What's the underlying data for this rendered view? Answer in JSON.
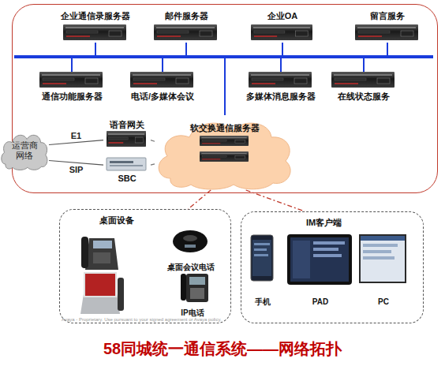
{
  "diagram": {
    "title": "58同城统一通信系统——网络拓扑",
    "nodes": [
      {
        "text": []
      },
      {
        "text": [
          "企业通信录服务器"
        ],
        "in": 0
      },
      {
        "text": [
          "邮件服务器"
        ],
        "in": 0
      },
      {
        "text": [
          "企业OA"
        ],
        "in": 0
      },
      {
        "text": [
          "留言服务"
        ],
        "in": 0
      },
      {
        "text": [
          "通信功能服务器"
        ],
        "in": 0
      },
      {
        "text": [
          "电话/多媒体会议"
        ],
        "in": 0
      },
      {
        "text": [
          "多媒体消息服务器"
        ],
        "in": 0
      },
      {
        "text": [
          "在线状态服务"
        ],
        "in": 0
      },
      {
        "text": [
          "语音网关"
        ],
        "in": 0
      },
      {
        "text": [
          "SBC"
        ],
        "in": 0
      },
      {
        "text": [
          "软交换通信服务器"
        ],
        "in": 0
      },
      {
        "text": [
          "运营商网络"
        ]
      },
      {
        "text": [
          "桌面设备"
        ]
      },
      {
        "text": [
          "IM客户端"
        ]
      },
      {
        "text": [
          "桌面会议电话"
        ],
        "in": 13
      },
      {
        "text": [
          "IP电话"
        ],
        "in": 13
      },
      {
        "text": [
          "手机"
        ],
        "in": 14
      },
      {
        "text": [
          "PAD"
        ],
        "in": 14
      },
      {
        "text": [
          "PC"
        ],
        "in": 14
      }
    ],
    "edges": [
      {
        "from": 1,
        "to": 11,
        "arrow": "none"
      },
      {
        "from": 2,
        "to": 11,
        "arrow": "none"
      },
      {
        "from": 3,
        "to": 11,
        "arrow": "none"
      },
      {
        "from": 4,
        "to": 11,
        "arrow": "none"
      },
      {
        "from": 5,
        "to": 11,
        "arrow": "none"
      },
      {
        "from": 6,
        "to": 11,
        "arrow": "none"
      },
      {
        "from": 7,
        "to": 11,
        "arrow": "none"
      },
      {
        "from": 8,
        "to": 11,
        "arrow": "none"
      },
      {
        "from": 12,
        "to": 9,
        "label": "E1",
        "arrow": "none"
      },
      {
        "from": 12,
        "to": 10,
        "label": "SIP",
        "arrow": "none"
      },
      {
        "from": 9,
        "to": 11,
        "arrow": "none"
      },
      {
        "from": 10,
        "to": 11,
        "arrow": "none"
      },
      {
        "from": 11,
        "to": 13,
        "arrow": "none"
      },
      {
        "from": 11,
        "to": 14,
        "arrow": "none"
      }
    ],
    "labels": [
      "Avaya - Proprietary. Use pursuant to your signed agreement or Avaya policy."
    ]
  }
}
